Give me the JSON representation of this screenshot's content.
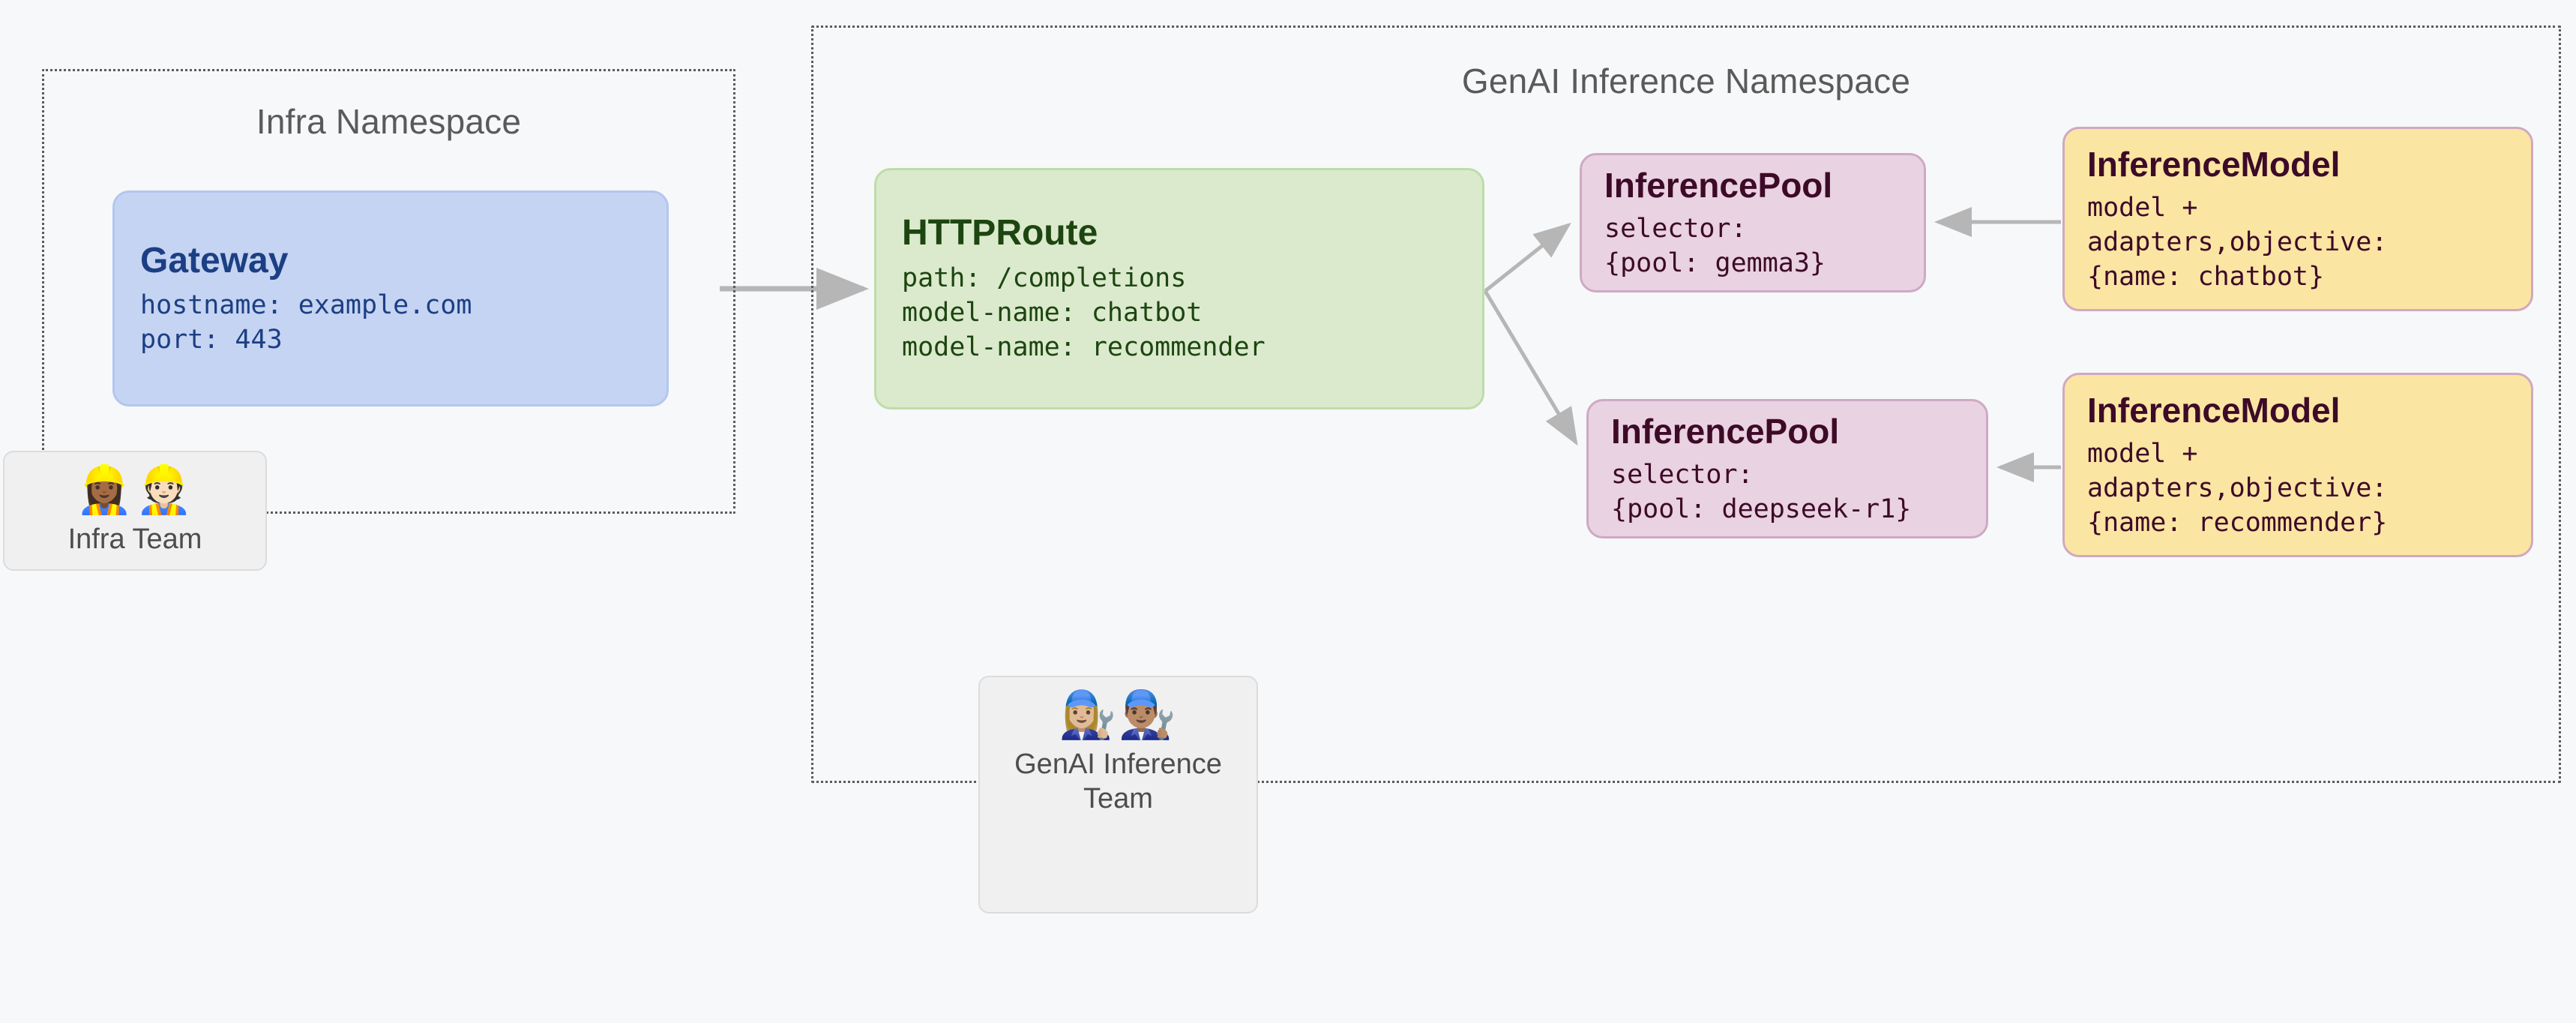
{
  "diagram": {
    "background_color": "#f7f8fa",
    "namespaces": [
      {
        "id": "infra",
        "title": "Infra Namespace"
      },
      {
        "id": "genai",
        "title": "GenAI Inference Namespace"
      }
    ],
    "nodes": {
      "gateway": {
        "title": "Gateway",
        "lines": [
          "hostname: example.com",
          "port: 443"
        ],
        "fill": "#c5d4f2",
        "stroke": "#b3c6ee",
        "text_color": "#1c3f84"
      },
      "httproute": {
        "title": "HTTPRoute",
        "lines": [
          "path: /completions",
          "model-name: chatbot",
          "model-name: recommender"
        ],
        "fill": "#dbeacd",
        "stroke": "#bfdcaa",
        "text_color": "#1d4511"
      },
      "pool_gemma3": {
        "title": "InferencePool",
        "lines": [
          "selector:",
          "{pool: gemma3}"
        ],
        "fill": "#e9d2e1",
        "stroke": "#cfa9c3",
        "text_color": "#3d0a28"
      },
      "pool_deepseek": {
        "title": "InferencePool",
        "lines": [
          "selector:",
          "{pool: deepseek-r1}"
        ],
        "fill": "#e9d2e1",
        "stroke": "#cfa9c3",
        "text_color": "#3d0a28"
      },
      "model_chatbot": {
        "title": "InferenceModel",
        "lines": [
          "model +",
          "adapters,objective:",
          "{name: chatbot}"
        ],
        "fill": "#fbe5a2",
        "stroke": "#cfa9c3",
        "text_color": "#3d0a28"
      },
      "model_recommender": {
        "title": "InferenceModel",
        "lines": [
          "model +",
          "adapters,objective:",
          "{name: recommender}"
        ],
        "fill": "#fbe5a2",
        "stroke": "#cfa9c3",
        "text_color": "#3d0a28"
      }
    },
    "teams": {
      "infra": {
        "emoji": "👷🏾‍♀️👷🏻",
        "label": "Infra Team"
      },
      "genai": {
        "emoji": "👩🏼‍🔧👨🏽‍🔧",
        "label": "GenAI Inference Team"
      }
    },
    "edges": [
      {
        "from": "gateway",
        "to": "httproute",
        "color": "#b6b6b6"
      },
      {
        "from": "httproute",
        "to": "pool_gemma3",
        "color": "#b6b6b6"
      },
      {
        "from": "httproute",
        "to": "pool_deepseek",
        "color": "#b6b6b6"
      },
      {
        "from": "model_chatbot",
        "to": "pool_gemma3",
        "color": "#b6b6b6"
      },
      {
        "from": "model_recommender",
        "to": "pool_deepseek",
        "color": "#b6b6b6"
      }
    ]
  }
}
